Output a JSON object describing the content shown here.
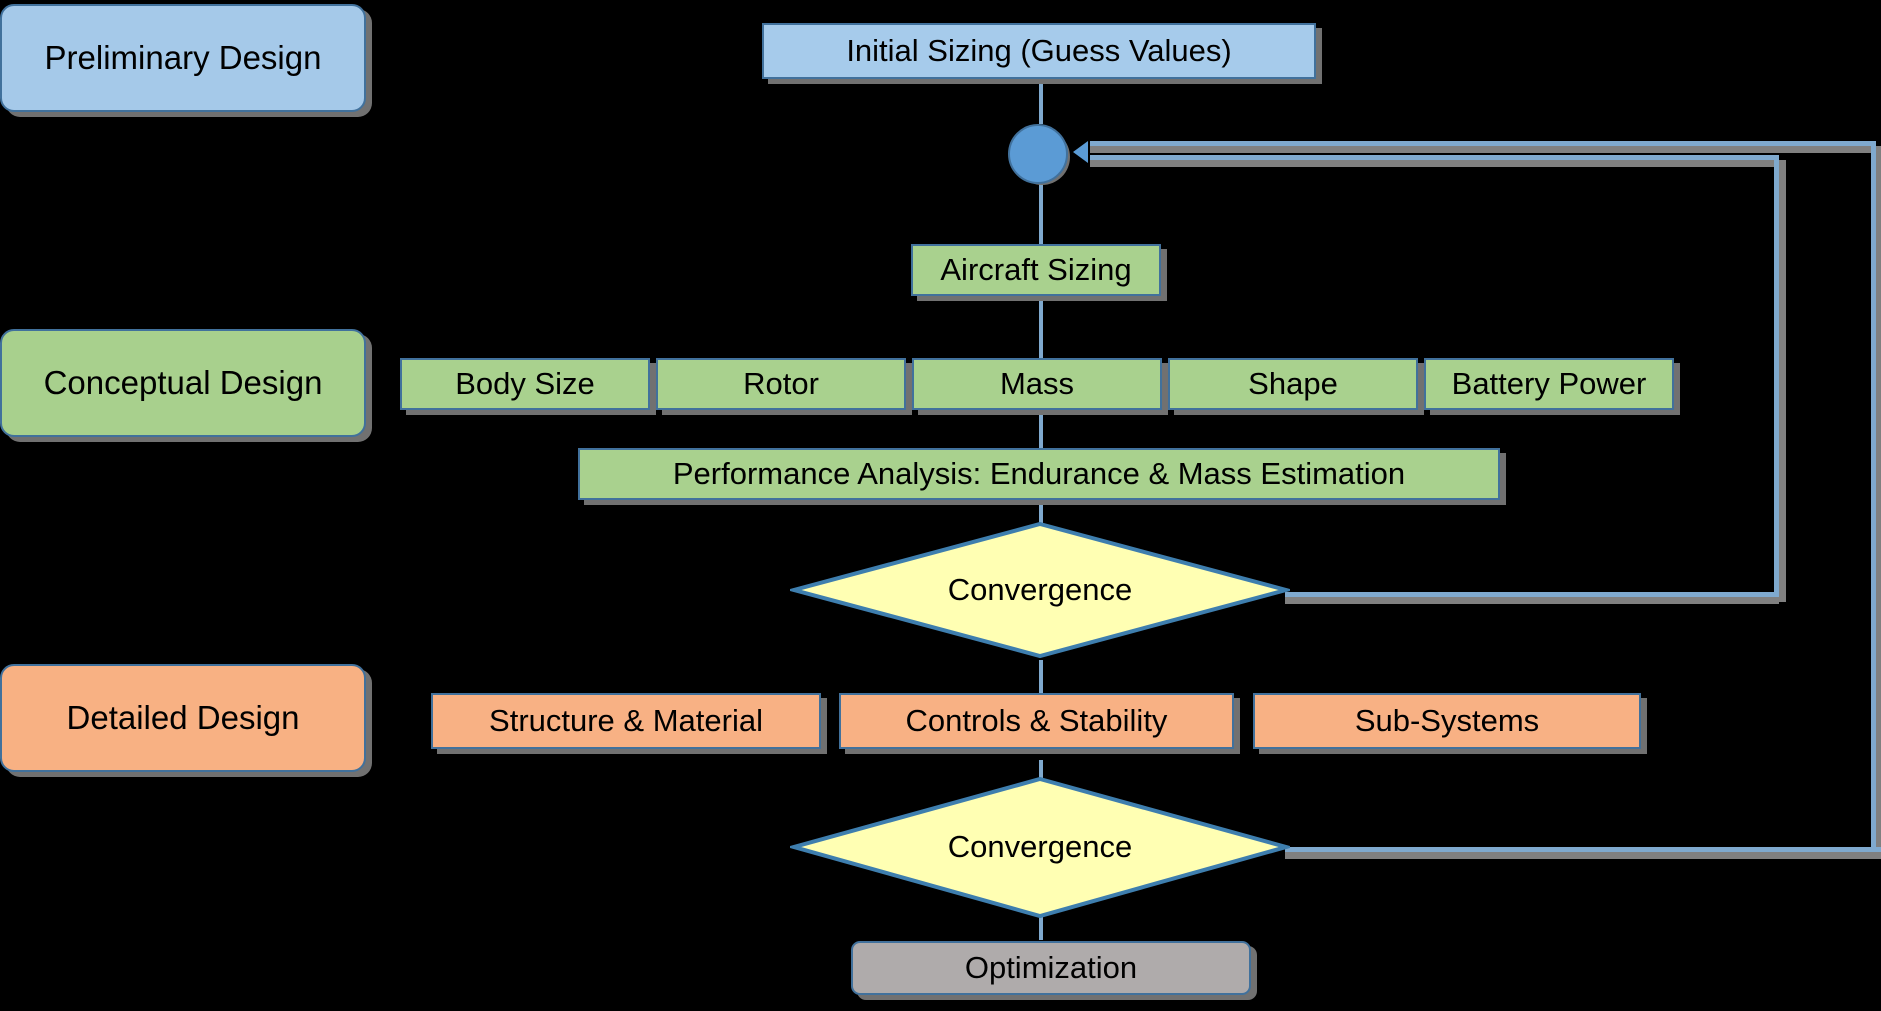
{
  "diagram": {
    "title": "Aircraft Design Process Flowchart",
    "background": "#000000",
    "stages": [
      {
        "id": "preliminary",
        "label": "Preliminary Design",
        "color": "#A5C9E9"
      },
      {
        "id": "conceptual",
        "label": "Conceptual Design",
        "color": "#A8D08D"
      },
      {
        "id": "detailed",
        "label": "Detailed Design",
        "color": "#F8B183"
      }
    ],
    "nodes": {
      "initial_sizing": {
        "label": "Initial Sizing (Guess Values)",
        "color": "#A6CBEB"
      },
      "aircraft_sizing": {
        "label": "Aircraft Sizing",
        "color": "#A9D18E"
      },
      "performance_analysis": {
        "label": "Performance Analysis: Endurance & Mass Estimation",
        "color": "#A9D18E"
      },
      "convergence_1": {
        "label": "Convergence",
        "color": "#FFFFB3"
      },
      "convergence_2": {
        "label": "Convergence",
        "color": "#FFFFB3"
      },
      "optimization": {
        "label": "Optimization",
        "color": "#AFABAB"
      },
      "junction": {
        "label": "junction-node",
        "color": "#5B9BD5"
      }
    },
    "conceptual_items": [
      {
        "label": "Body Size"
      },
      {
        "label": "Rotor"
      },
      {
        "label": "Mass"
      },
      {
        "label": "Shape"
      },
      {
        "label": "Battery Power"
      }
    ],
    "detailed_items": [
      {
        "label": "Structure & Material"
      },
      {
        "label": "Controls & Stability"
      },
      {
        "label": "Sub-Systems"
      }
    ],
    "connectors": {
      "inner_feedback_label": "inner-feedback-loop",
      "outer_feedback_label": "outer-feedback-loop",
      "line_color": "#7FA9CE"
    }
  }
}
